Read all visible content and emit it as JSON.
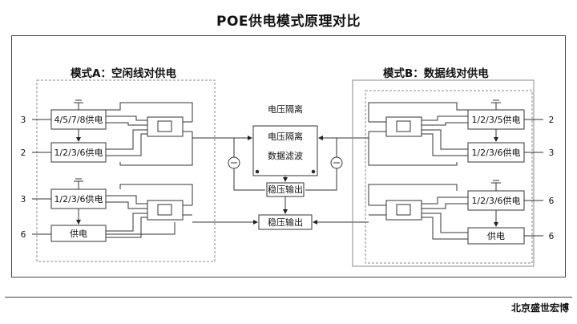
{
  "title": "POE供电模式原理对比",
  "brand": "北京盛世宏博",
  "mode_a": {
    "title": "模式A：空闲线对供电",
    "box1": "4/5/7/8供电",
    "box2": "1/2/3/6供电",
    "box3": "1/2/3/6供电",
    "box4": "供电",
    "pin1": "3",
    "pin2": "2",
    "pin3": "3",
    "pin4": "6"
  },
  "mode_b": {
    "title": "模式B：数据线对供电",
    "box1": "1/2/3/5供电",
    "box2": "1/2/3/6供电",
    "box3": "1/2/3/6供电",
    "box4": "供电",
    "pin1": "2",
    "pin2": "3",
    "pin3": "6",
    "pin4": "6"
  },
  "center": {
    "label_top": "电压隔离",
    "box_line1": "电压隔离",
    "box_line2": "数据滤波",
    "reg1": "稳压输出",
    "reg2": "稳压输出"
  }
}
